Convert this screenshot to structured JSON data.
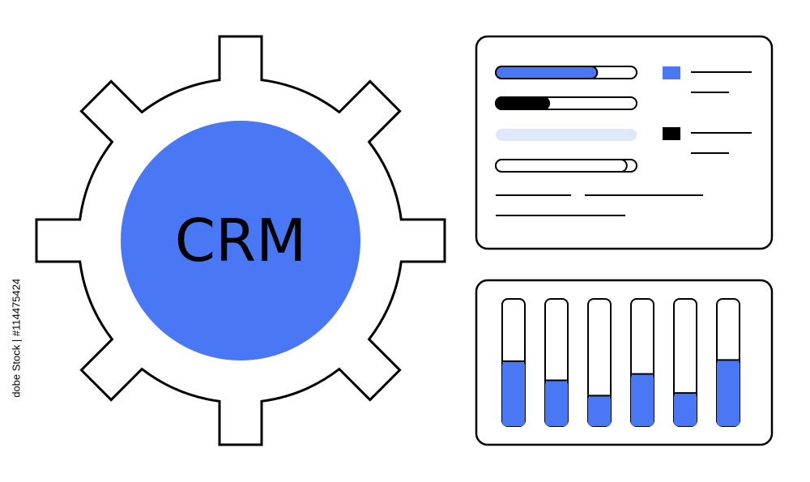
{
  "gear": {
    "label": "CRM",
    "fill_color": "#4a78f5",
    "outline_color": "#000000"
  },
  "form_panel": {
    "bars": [
      {
        "fill": 0.72,
        "color": "#4a78f5",
        "outlined": true
      },
      {
        "fill": 0.38,
        "color": "#000000",
        "outlined": true
      },
      {
        "fill": 1.0,
        "color": "#e0e8fb",
        "outlined": false
      },
      {
        "fill": 0.93,
        "color": "#ffffff",
        "outlined": true
      }
    ],
    "legend": [
      {
        "swatch_color": "#4a78f5"
      },
      {
        "swatch_color": "#000000"
      }
    ]
  },
  "chart_panel": {
    "columns": [
      0.51,
      0.36,
      0.24,
      0.41,
      0.26,
      0.52
    ],
    "fill_color": "#4a78f5"
  },
  "stock_id": "Adobe Stock | #1144754248"
}
